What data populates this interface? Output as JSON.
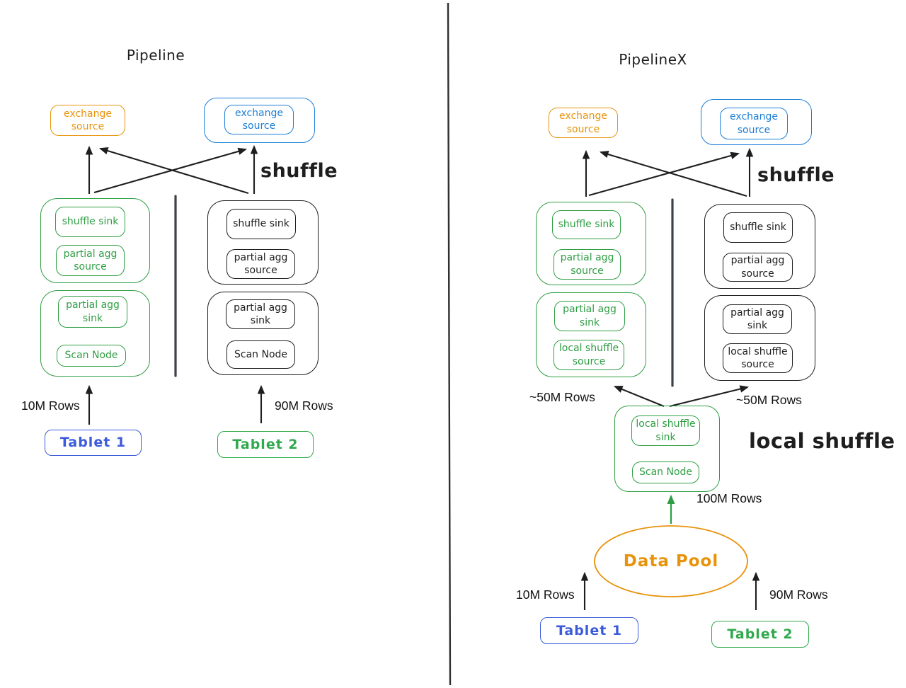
{
  "colors": {
    "ink": "#1e1e1e",
    "green": "#2f9e44",
    "tablet2_green": "#2fa94c",
    "orange": "#e8930c",
    "blue": "#1c7ed6",
    "indigo": "#3b5bdb"
  },
  "left": {
    "title": "Pipeline",
    "shuffle": "shuffle",
    "exchange1": "exchange source",
    "exchange2": "exchange source",
    "g1": [
      "shuffle sink",
      "partial agg source"
    ],
    "g2": [
      "partial agg sink",
      "Scan Node"
    ],
    "g3": [
      "shuffle sink",
      "partial agg source"
    ],
    "g4": [
      "partial agg sink",
      "Scan Node"
    ],
    "rows1": "10M Rows",
    "rows2": "90M Rows",
    "tablet1": "Tablet 1",
    "tablet2": "Tablet 2"
  },
  "right": {
    "title": "PipelineX",
    "shuffle": "shuffle",
    "local_shuffle": "local shuffle",
    "exchange1": "exchange source",
    "exchange2": "exchange source",
    "g1": [
      "shuffle sink",
      "partial agg source"
    ],
    "g2": [
      "partial agg sink",
      "local shuffle source"
    ],
    "g3": [
      "shuffle sink",
      "partial agg source"
    ],
    "g4": [
      "partial agg sink",
      "local shuffle source"
    ],
    "local_group": [
      "local shuffle sink",
      "Scan Node"
    ],
    "rows_left": "~50M Rows",
    "rows_right": "~50M Rows",
    "rows_total": "100M Rows",
    "data_pool": "Data Pool",
    "rows1": "10M Rows",
    "rows2": "90M Rows",
    "tablet1": "Tablet 1",
    "tablet2": "Tablet 2"
  }
}
